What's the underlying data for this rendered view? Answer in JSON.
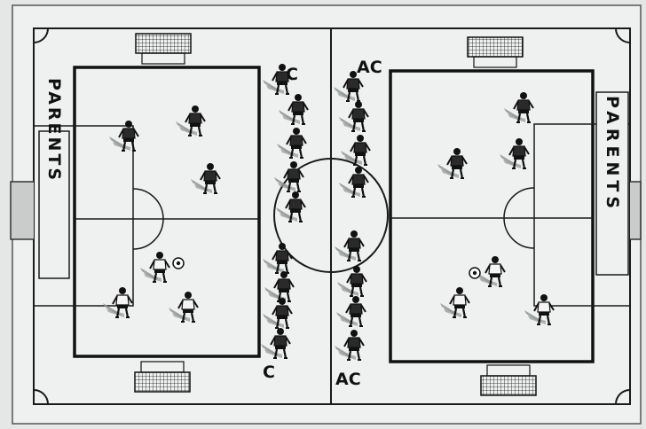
{
  "diagram": {
    "parents_left": "PARENTS",
    "parents_right": "PARENTS",
    "sideline_labels": {
      "top_left": "C",
      "top_right": "AC",
      "bottom_left": "C",
      "bottom_right": "AC"
    },
    "colors": {
      "paper": "#e4e7e5",
      "pitch": "#eef1ef",
      "line": "#1a1a1a",
      "player_dark": "#2a2a2a",
      "player_light": "#f4f4f4",
      "shadow": "#8f9592"
    },
    "icons": {
      "goal": "goal-net-icon",
      "player": "player-figure-icon",
      "ball": "soccer-ball-icon"
    }
  }
}
